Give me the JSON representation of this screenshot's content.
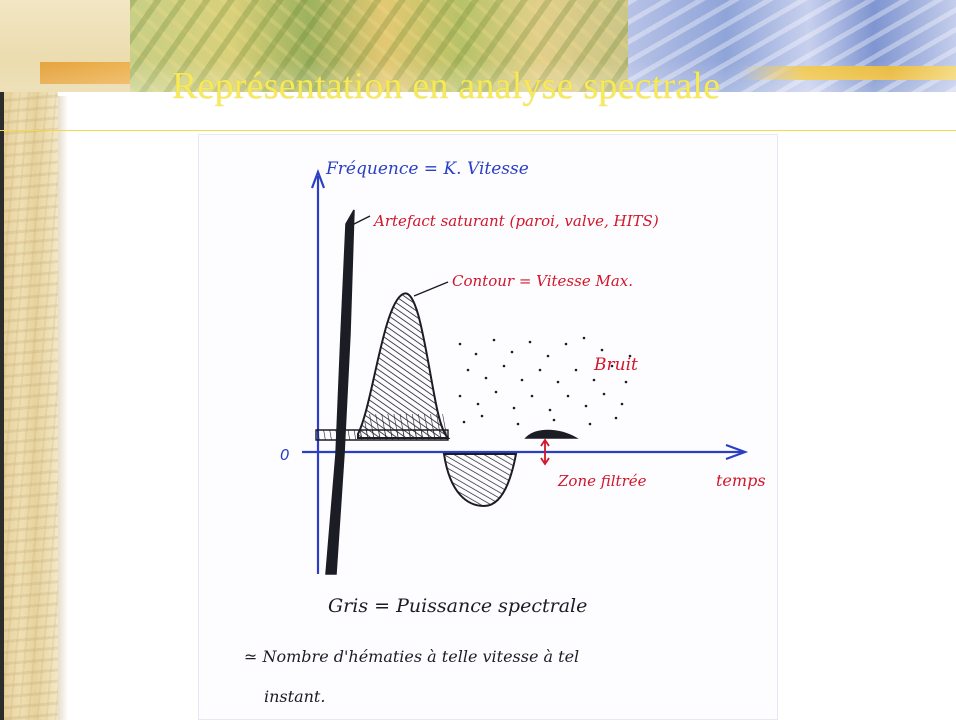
{
  "slide": {
    "title": "Représentation en analyse spectrale"
  },
  "diagram": {
    "axis_y_label": "Fréquence = K. Vitesse",
    "axis_x_label": "temps",
    "origin_label": "0",
    "annotations": {
      "artefact": "Artefact saturant (paroi, valve, HITS)",
      "contour": "Contour = Vitesse Max.",
      "bruit": "Bruit",
      "zone_filtree": "Zone filtrée"
    },
    "legend_line_1": "Gris = Puissance spectrale",
    "legend_line_2": "≃ Nombre d'hématies à telle vitesse à tel",
    "legend_line_3": "instant."
  },
  "colors": {
    "title": "#f6ea5a",
    "ink_blue": "#2a3fc4",
    "ink_red": "#d3152a",
    "ink_black": "#1c1c24"
  }
}
